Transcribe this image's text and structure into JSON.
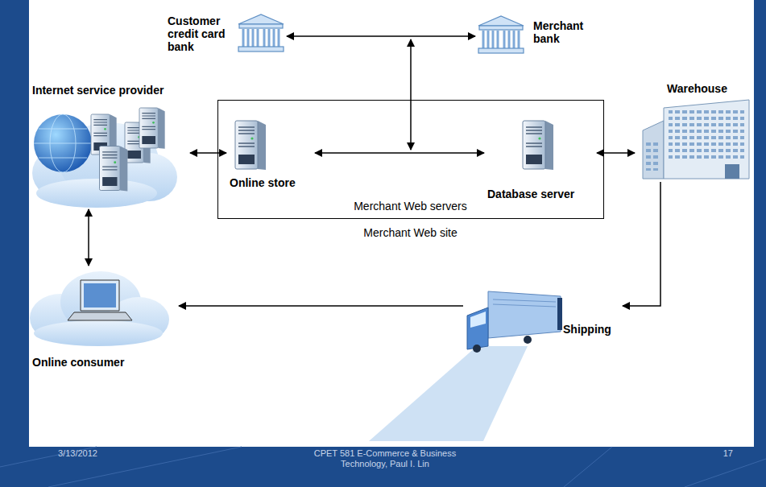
{
  "diagram": {
    "nodes": [
      {
        "text": [
          "Customer credit card bank"
        ]
      },
      {
        "text": [
          "Merchant bank"
        ]
      },
      {
        "text": [
          "Internet service provider"
        ]
      },
      {
        "text": [
          "Merchant Web servers",
          "Merchant Web site"
        ]
      },
      {
        "text": [
          "Online store"
        ],
        "in": 3
      },
      {
        "text": [
          "Database server"
        ],
        "in": 3
      },
      {
        "text": [
          "Warehouse"
        ]
      },
      {
        "text": [
          "Online consumer"
        ]
      },
      {
        "text": [
          "Shipping"
        ]
      }
    ],
    "edges": [
      {
        "from": 0,
        "to": 1,
        "arrow": "both"
      },
      {
        "from": 2,
        "to": 4,
        "arrow": "both"
      },
      {
        "from": 4,
        "to": 5,
        "arrow": "both"
      },
      {
        "from": 5,
        "to": 6,
        "arrow": "both"
      },
      {
        "from": 2,
        "to": 7,
        "arrow": "both"
      },
      {
        "from": 6,
        "to": 8,
        "arrow": "to"
      },
      {
        "from": 8,
        "to": 7,
        "arrow": "to"
      }
    ],
    "labels": [
      "3/13/2012",
      "CPET 581 E-Commerce & Business Technology, Paul I. Lin",
      "17"
    ]
  }
}
